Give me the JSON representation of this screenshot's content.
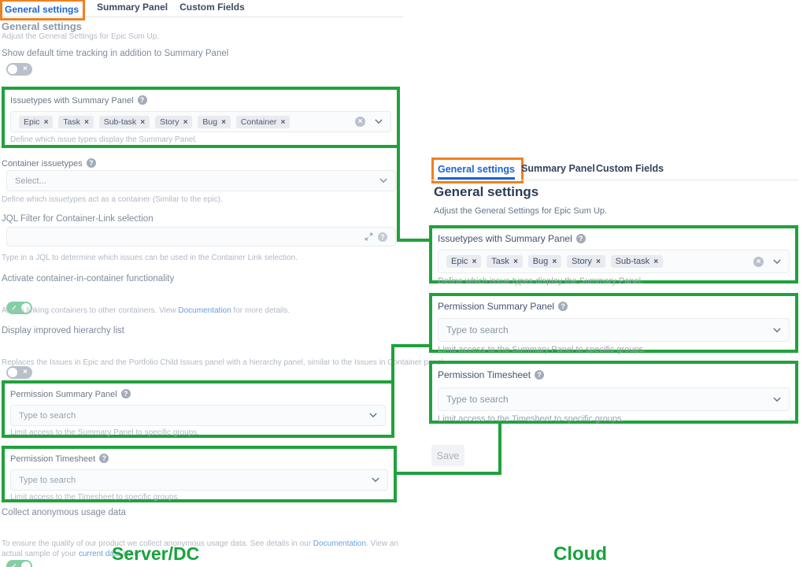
{
  "colors": {
    "box_green": "#1fa23c",
    "box_orange": "#f0801f",
    "tab_blue": "#1b66d2",
    "link_blue": "#6b9ede",
    "toggle_on": "#82cfa4",
    "toggle_off": "#b9c0cb"
  },
  "server": {
    "platform": "Server/DC",
    "tabs": {
      "general": "General settings",
      "summary": "Summary Panel",
      "custom": "Custom Fields"
    },
    "heading": "General settings",
    "subheading": "Adjust the General Settings for Epic Sum Up.",
    "time_tracking": {
      "label": "Show default time tracking in addition to Summary Panel",
      "state": "off"
    },
    "issuetypes": {
      "label": "Issuetypes with Summary Panel",
      "tags": [
        "Epic",
        "Task",
        "Sub-task",
        "Story",
        "Bug",
        "Container"
      ],
      "help": "Define which issue types display the Summary Panel."
    },
    "container_issuetypes": {
      "label": "Container issuetypes",
      "placeholder": "Select...",
      "help": "Define which issuetypes act as a container (Similar to the epic)."
    },
    "jql": {
      "label": "JQL Filter for Container-Link selection",
      "value": "",
      "help": "Type in a JQL to determine which issues can be used in the Container Link selection."
    },
    "container_in_container": {
      "label": "Activate container-in-container functionality",
      "state": "on",
      "help_pre": "Allows linking containers to other containers. View ",
      "help_link": "Documentation",
      "help_post": " for more details."
    },
    "hierarchy": {
      "label": "Display improved hierarchy list",
      "state": "off",
      "help": "Replaces the Issues in Epic and the Portfolio Child Issues panel with a hierarchy panel, similar to the Issues in Container panel."
    },
    "permission_summary": {
      "label": "Permission Summary Panel",
      "placeholder": "Type to search",
      "help": "Limit access to the Summary Panel to specific groups."
    },
    "permission_timesheet": {
      "label": "Permission Timesheet",
      "placeholder": "Type to search",
      "help": "Limit access to the Timesheet to specific groups."
    },
    "usage": {
      "label": "Collect anonymous usage data",
      "state": "on",
      "help_pre": "To ensure the quality of our product we collect anonymous usage data. See details in our ",
      "help_link1": "Documentation",
      "help_mid": ". View an actual sample of your ",
      "help_link2": "current data",
      "help_post": " here."
    }
  },
  "cloud": {
    "platform": "Cloud",
    "tabs": {
      "general": "General settings",
      "summary": "Summary Panel",
      "custom": "Custom Fields"
    },
    "heading": "General settings",
    "subheading": "Adjust the General Settings for Epic Sum Up.",
    "issuetypes": {
      "label": "Issuetypes with Summary Panel",
      "tags": [
        "Epic",
        "Task",
        "Bug",
        "Story",
        "Sub-task"
      ],
      "help": "Define which issue types display the Summary Panel."
    },
    "permission_summary": {
      "label": "Permission Summary Panel",
      "placeholder": "Type to search",
      "help": "Limit access to the Summary Panel to specific groups."
    },
    "permission_timesheet": {
      "label": "Permission Timesheet",
      "placeholder": "Type to search",
      "help": "Limit access to the Timesheet to specific groups."
    },
    "save_label": "Save"
  }
}
